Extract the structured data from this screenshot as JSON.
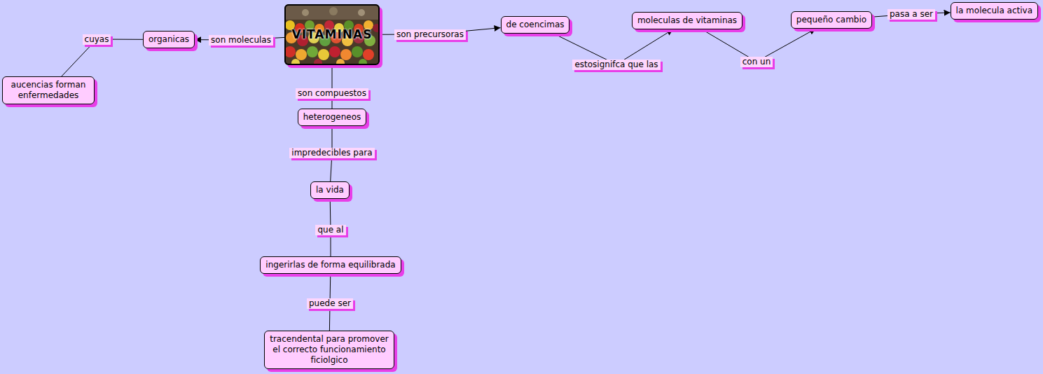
{
  "diagram": {
    "nodes": [
      {
        "text": [
          "VITAMINAS"
        ]
      },
      {
        "text": [
          "organicas"
        ]
      },
      {
        "text": [
          "aucencias forman enfermedades"
        ]
      },
      {
        "text": [
          "heterogeneos"
        ]
      },
      {
        "text": [
          "la vida"
        ]
      },
      {
        "text": [
          "ingerirlas de forma equilibrada"
        ]
      },
      {
        "text": [
          "tracendental para promover el correcto funcionamiento ficiolgico"
        ]
      },
      {
        "text": [
          "de coencimas"
        ]
      },
      {
        "text": [
          "moleculas de vitaminas"
        ]
      },
      {
        "text": [
          "pequeño cambio"
        ]
      },
      {
        "text": [
          "la molecula activa"
        ]
      }
    ],
    "edges": [
      {
        "from": 0,
        "to": 1,
        "label": "son moleculas",
        "arrow": "to"
      },
      {
        "from": 1,
        "to": 2,
        "label": "cuyas",
        "arrow": "none"
      },
      {
        "from": 0,
        "to": 3,
        "label": "son compuestos",
        "arrow": "none"
      },
      {
        "from": 3,
        "to": 4,
        "label": "impredecibles para",
        "arrow": "none"
      },
      {
        "from": 4,
        "to": 5,
        "label": "que al",
        "arrow": "none"
      },
      {
        "from": 5,
        "to": 6,
        "label": "puede ser",
        "arrow": "none"
      },
      {
        "from": 0,
        "to": 7,
        "label": "son precursoras",
        "arrow": "to"
      },
      {
        "from": 7,
        "to": 8,
        "label": "estosignifca que las",
        "arrow": "to"
      },
      {
        "from": 8,
        "to": 9,
        "label": "con un",
        "arrow": "to"
      },
      {
        "from": 9,
        "to": 10,
        "label": "pasa a ser",
        "arrow": "to"
      }
    ]
  }
}
